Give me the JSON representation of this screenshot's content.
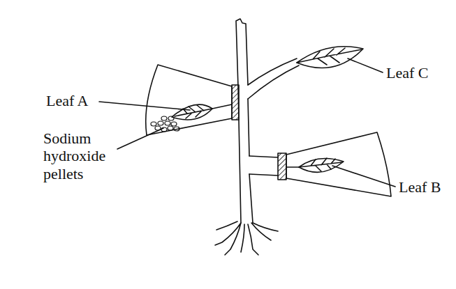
{
  "diagram": {
    "labels": [
      "Leaf A",
      "Sodium hydroxide pellets",
      "Leaf C",
      "Leaf B"
    ]
  }
}
